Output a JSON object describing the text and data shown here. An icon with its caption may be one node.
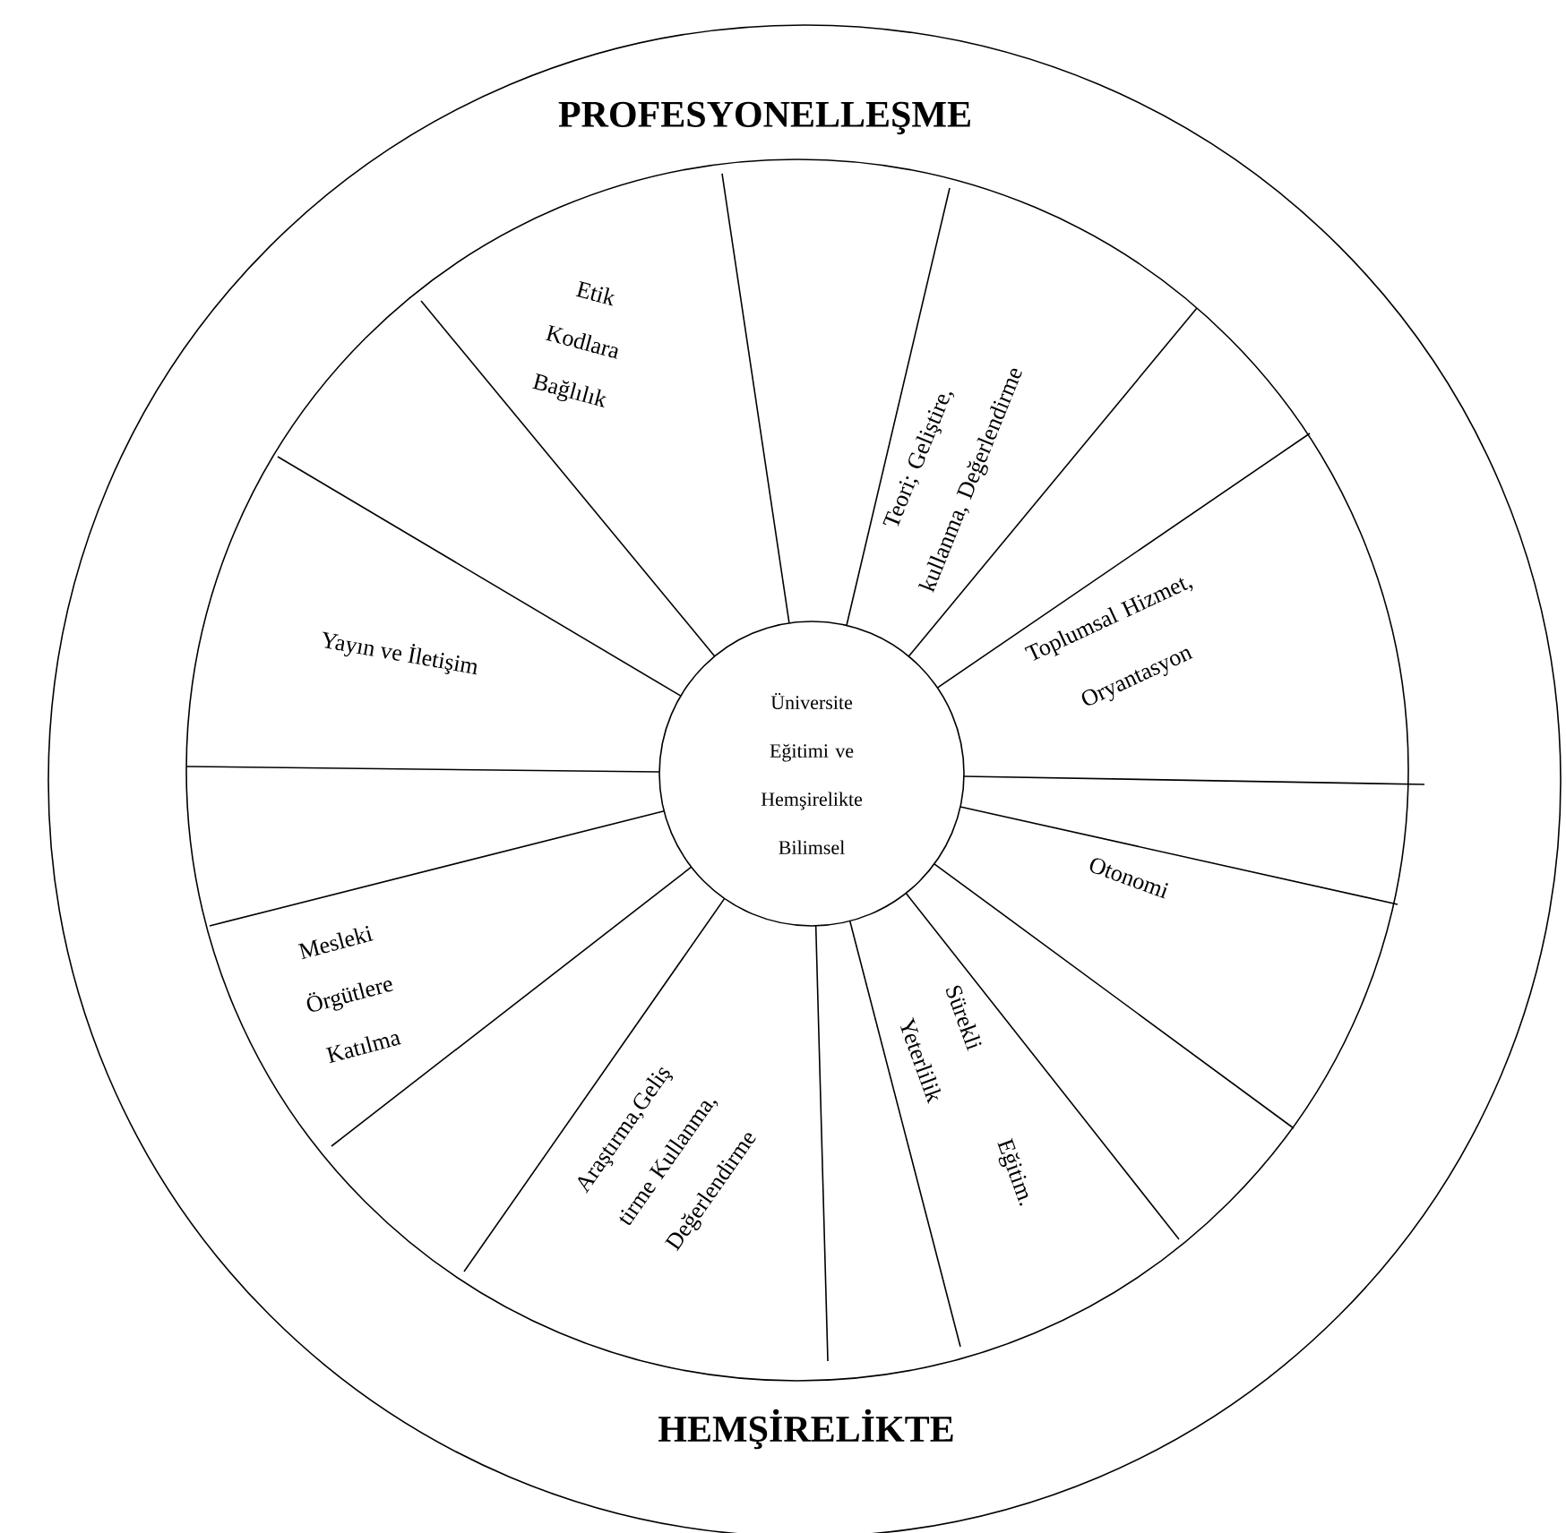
{
  "diagram": {
    "nodes": [
      {
        "text": [
          "PROFESYONELLEŞME",
          "HEMŞİRELİKTE"
        ]
      },
      {
        "text": [
          "Üniversite Eğitimi ve Hemşirelikte Bilimsel"
        ],
        "in": 0
      }
    ],
    "labels": [
      "Etik Kodlara Bağlılık",
      "Teori; Geliştire, kullanma, Değerlendirme",
      "Yayın ve İletişim",
      "Toplumsal Hizmet, Oryantasyon",
      "Otonomi",
      "Mesleki Örgütlere Katılma",
      "Sürekli",
      "Yeterlilik",
      "Araştırma,Geliş tirme Kullanma, Değerlendirme",
      "Eğitim."
    ]
  }
}
